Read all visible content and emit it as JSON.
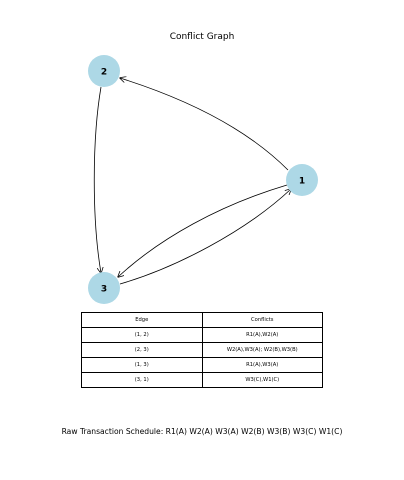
{
  "title": "Conflict Graph",
  "nodes": [
    {
      "id": "1",
      "label": "1",
      "color": "#add8e6"
    },
    {
      "id": "2",
      "label": "2",
      "color": "#add8e6"
    },
    {
      "id": "3",
      "label": "3",
      "color": "#add8e6"
    }
  ],
  "edges": [
    {
      "from": "1",
      "to": "2"
    },
    {
      "from": "2",
      "to": "3"
    },
    {
      "from": "1",
      "to": "3"
    },
    {
      "from": "3",
      "to": "1"
    }
  ],
  "table": {
    "headers": [
      "Edge",
      "Conflicts"
    ],
    "rows": [
      [
        "(1, 2)",
        "R1(A),W2(A)"
      ],
      [
        "(2, 3)",
        "W2(A),W3(A); W2(B),W3(B)"
      ],
      [
        "(1, 3)",
        "R1(A),W3(A)"
      ],
      [
        "(3, 1)",
        "W3(C),W1(C)"
      ]
    ]
  },
  "schedule": "Raw Transaction Schedule: R1(A) W2(A) W3(A) W2(B) W3(B) W3(C) W1(C)"
}
